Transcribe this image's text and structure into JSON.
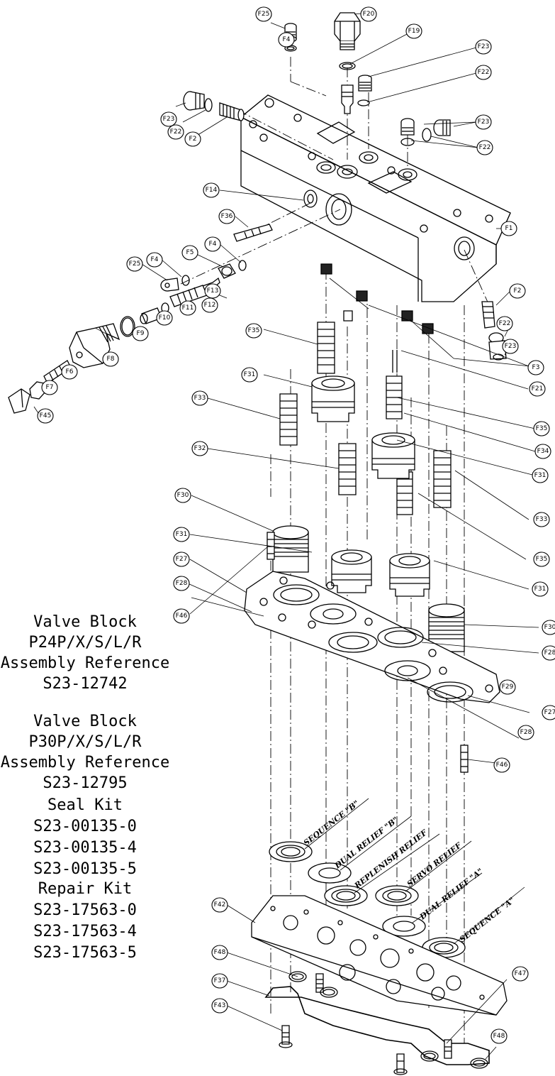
{
  "references": [
    {
      "lines": [
        "Valve Block",
        "P24P/X/S/L/R",
        "Assembly Reference",
        "S23-12742"
      ]
    },
    {
      "lines": [
        "Valve Block",
        "P30P/X/S/L/R",
        "Assembly Reference",
        "S23-12795"
      ]
    },
    {
      "lines": [
        "Seal Kit",
        "S23-00135-0",
        "S23-00135-4",
        "S23-00135-5"
      ]
    },
    {
      "lines": [
        "Repair Kit",
        "S23-17563-0",
        "S23-17563-4",
        "S23-17563-5"
      ]
    }
  ],
  "seal_labels": [
    "SEQUENCE \"B\"",
    "DUAL RELIEF \"B\"",
    "REPLENISH RELIEF",
    "SERVO RELIEF",
    "DUAL RELIEF \"A\"",
    "SEQUENCE \"A\""
  ],
  "callouts": [
    "F25",
    "F20",
    "F19",
    "F4",
    "F23",
    "F22",
    "F23",
    "F22",
    "F2",
    "F23",
    "F22",
    "F14",
    "F1",
    "F36",
    "F25",
    "F4",
    "F5",
    "F4",
    "F13",
    "F12",
    "F11",
    "F10",
    "F9",
    "F8",
    "F6",
    "F7",
    "F45",
    "F2",
    "F22",
    "F23",
    "F3",
    "F21",
    "F35",
    "F35",
    "F31",
    "F34",
    "F33",
    "F31",
    "F32",
    "F30",
    "F33",
    "F31",
    "F35",
    "F27",
    "F31",
    "F28",
    "F30",
    "F46",
    "F28",
    "F29",
    "F27",
    "F28",
    "F46",
    "F42",
    "F48",
    "F37",
    "F47",
    "F43",
    "F48"
  ]
}
